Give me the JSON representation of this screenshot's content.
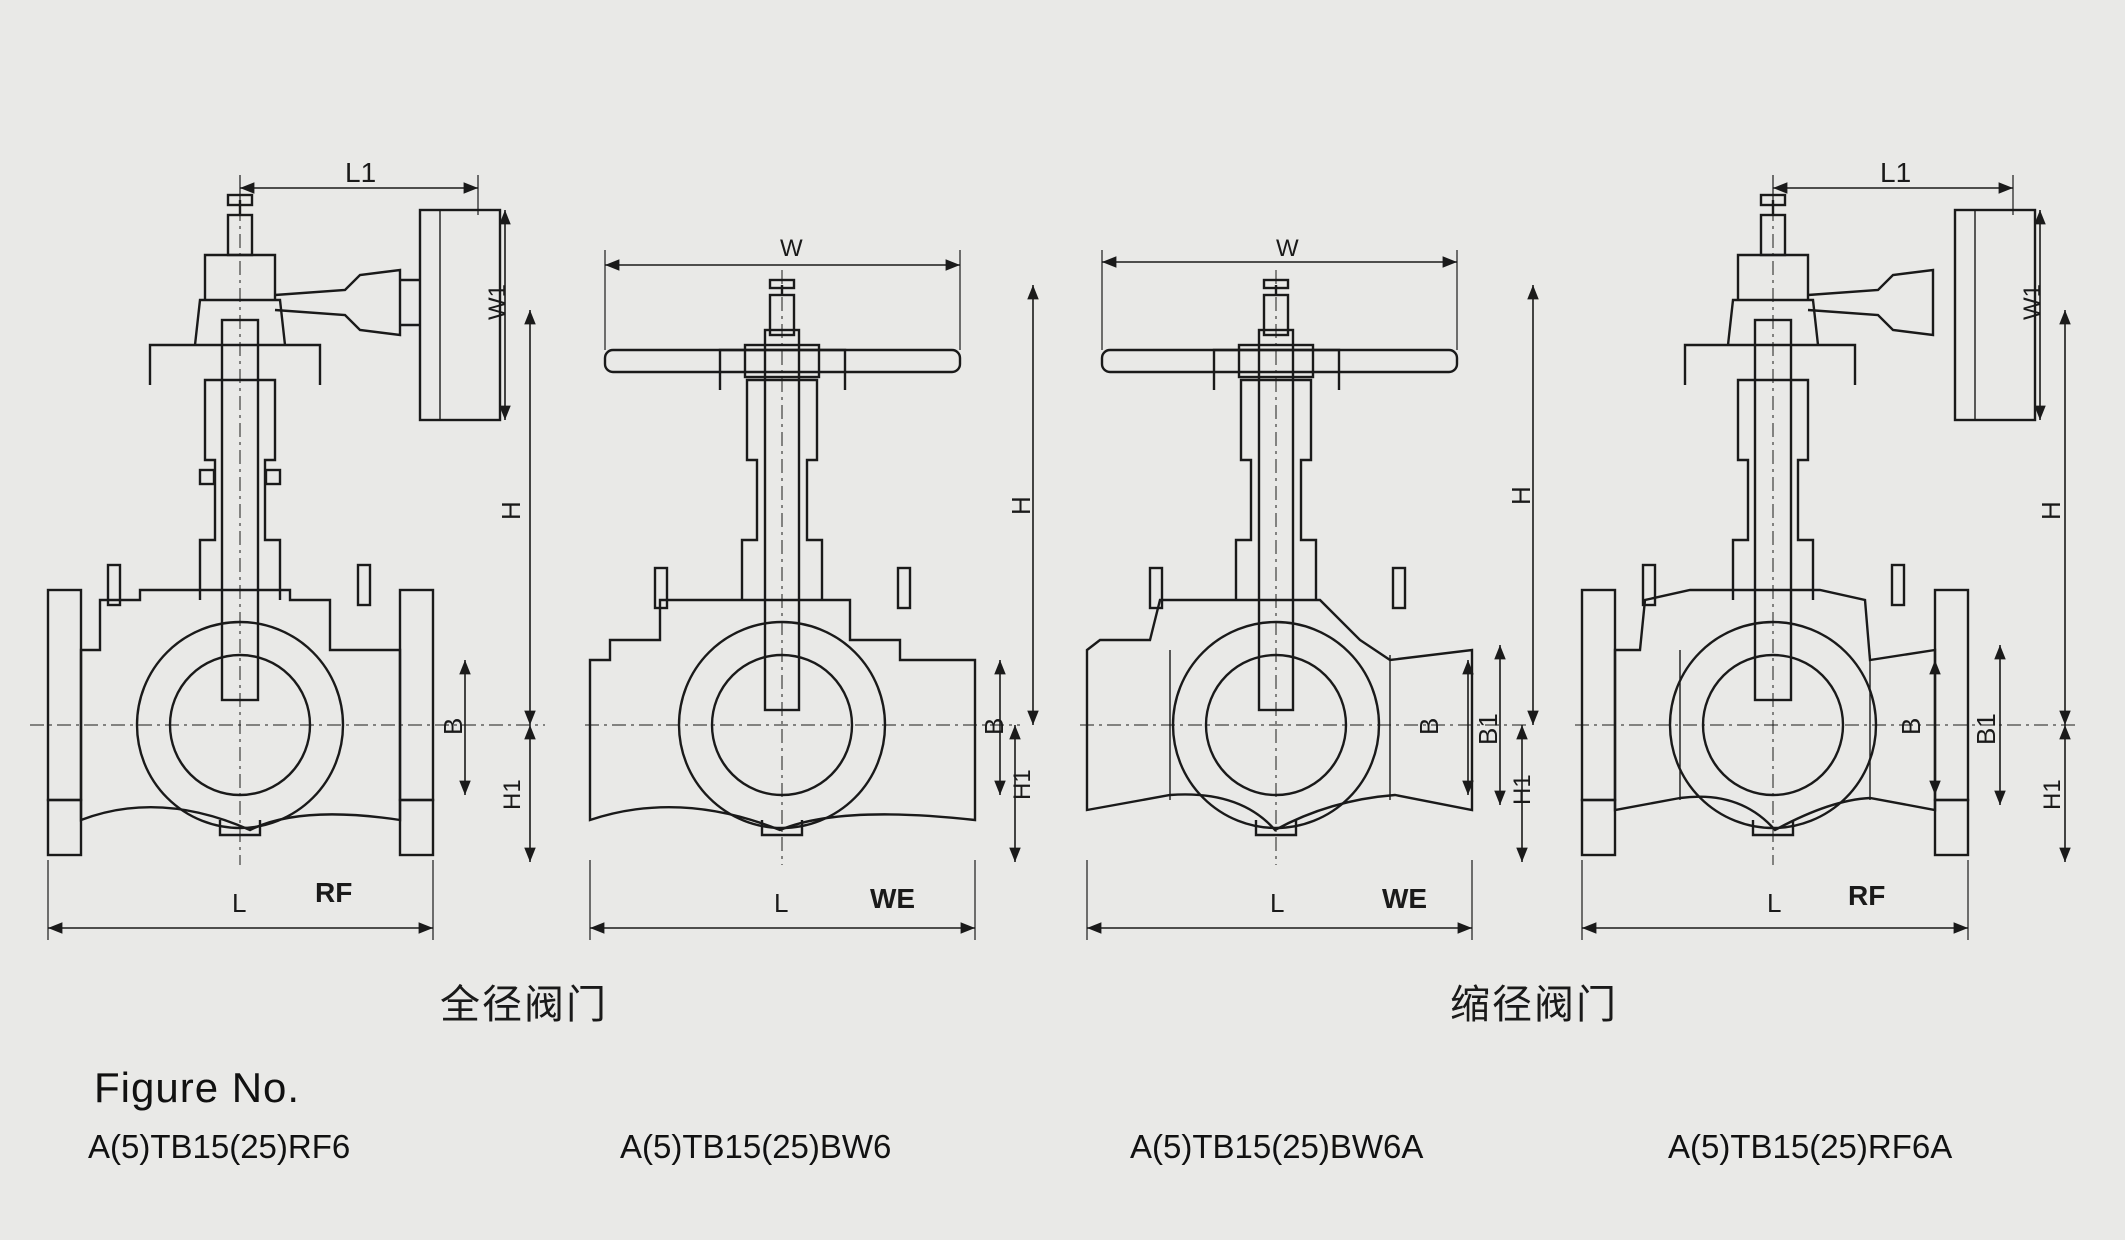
{
  "captions": {
    "full_bore": "全径阀门",
    "reduced_bore": "缩径阀门"
  },
  "figure_title": "Figure No.",
  "figures": [
    {
      "number": "A(5)TB15(25)RF6",
      "end_label": "RF",
      "labels": {
        "top": "L1",
        "side_top": "W1",
        "height": "H",
        "bore": "B",
        "bottom": "H1",
        "length": "L"
      }
    },
    {
      "number": "A(5)TB15(25)BW6",
      "end_label": "WE",
      "labels": {
        "top": "W",
        "height": "H",
        "bore": "B",
        "bottom": "H1",
        "length": "L"
      }
    },
    {
      "number": "A(5)TB15(25)BW6A",
      "end_label": "WE",
      "labels": {
        "top": "W",
        "height": "H",
        "bore": "B",
        "bore2": "B1",
        "bottom": "H1",
        "length": "L"
      }
    },
    {
      "number": "A(5)TB15(25)RF6A",
      "end_label": "RF",
      "labels": {
        "top": "L1",
        "side_top": "W1",
        "height": "H",
        "bore": "B",
        "bore2": "B1",
        "bottom": "H1",
        "length": "L"
      }
    }
  ],
  "colors": {
    "background": "#e9e9e7",
    "line": "#1a1a1a"
  }
}
